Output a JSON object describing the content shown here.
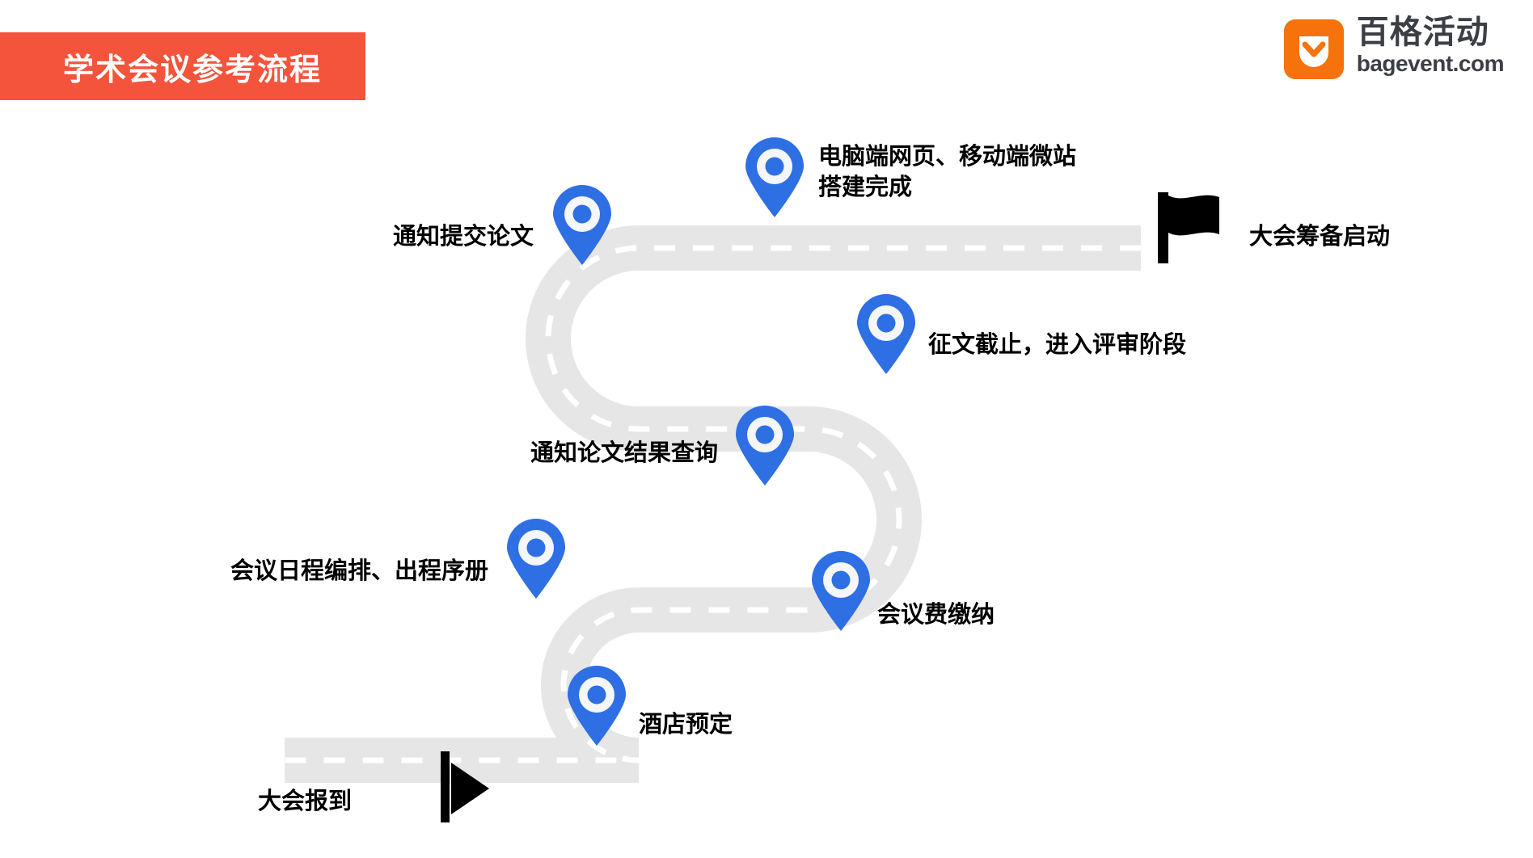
{
  "header": {
    "title": "学术会议参考流程",
    "banner_color": "#f4543c"
  },
  "brand": {
    "mark_icon": "bagevent-chevron-logo-icon",
    "mark_color": "#f5720c",
    "name_cn": "百格活动",
    "name_en": "bagevent.com",
    "text_color": "#3b3f45"
  },
  "roadmap": {
    "road_color": "#e6e6e6",
    "dash_color": "#ffffff",
    "pin_color": "#2f6fe4",
    "flag_color": "#000000",
    "start_flag": {
      "icon": "start-flag-icon",
      "label": "大会筹备启动"
    },
    "finish_flag": {
      "icon": "finish-flag-icon",
      "label": "大会报到"
    },
    "steps": [
      {
        "id": "step-1",
        "icon": "map-pin-icon",
        "label": "电脑端网页、移动端微站\n搭建完成"
      },
      {
        "id": "step-2",
        "icon": "map-pin-icon",
        "label": "通知提交论文"
      },
      {
        "id": "step-3",
        "icon": "map-pin-icon",
        "label": "征文截止，进入评审阶段"
      },
      {
        "id": "step-4",
        "icon": "map-pin-icon",
        "label": "通知论文结果查询"
      },
      {
        "id": "step-5",
        "icon": "map-pin-icon",
        "label": "会议日程编排、出程序册"
      },
      {
        "id": "step-6",
        "icon": "map-pin-icon",
        "label": "会议费缴纳"
      },
      {
        "id": "step-7",
        "icon": "map-pin-icon",
        "label": "酒店预定"
      }
    ]
  }
}
